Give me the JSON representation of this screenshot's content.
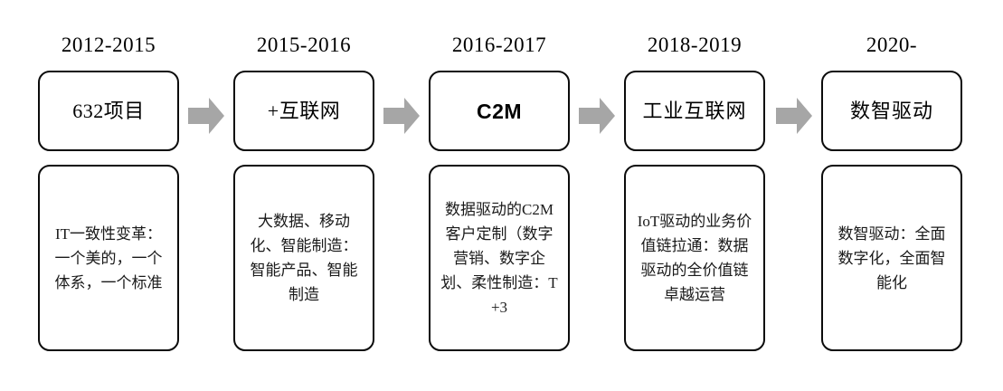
{
  "diagram": {
    "title": "Digital transformation roadmap timeline",
    "arrow_color": "#a6a6a6",
    "box_border_color": "#0b0b0b",
    "background_color": "#ffffff",
    "arrow_icon_name": "right-block-arrow-icon",
    "stages": [
      {
        "year": "2012-2015",
        "title": "632项目",
        "title_style": "mixed",
        "detail": "IT一致性变革：一个美的，一个体系，一个标准"
      },
      {
        "year": "2015-2016",
        "title": "+互联网",
        "title_style": "mixed",
        "detail": "大数据、移动化、智能制造：智能产品、智能制造"
      },
      {
        "year": "2016-2017",
        "title": "C2M",
        "title_style": "latin",
        "detail": "数据驱动的C2M客户定制（数字营销、数字企划、柔性制造：T+3"
      },
      {
        "year": "2018-2019",
        "title": "工业互联网",
        "title_style": "cjk",
        "detail": "IoT驱动的业务价值链拉通：数据驱动的全价值链卓越运营"
      },
      {
        "year": "2020-",
        "title": "数智驱动",
        "title_style": "cjk",
        "detail": "数智驱动：全面数字化，全面智能化"
      }
    ]
  }
}
